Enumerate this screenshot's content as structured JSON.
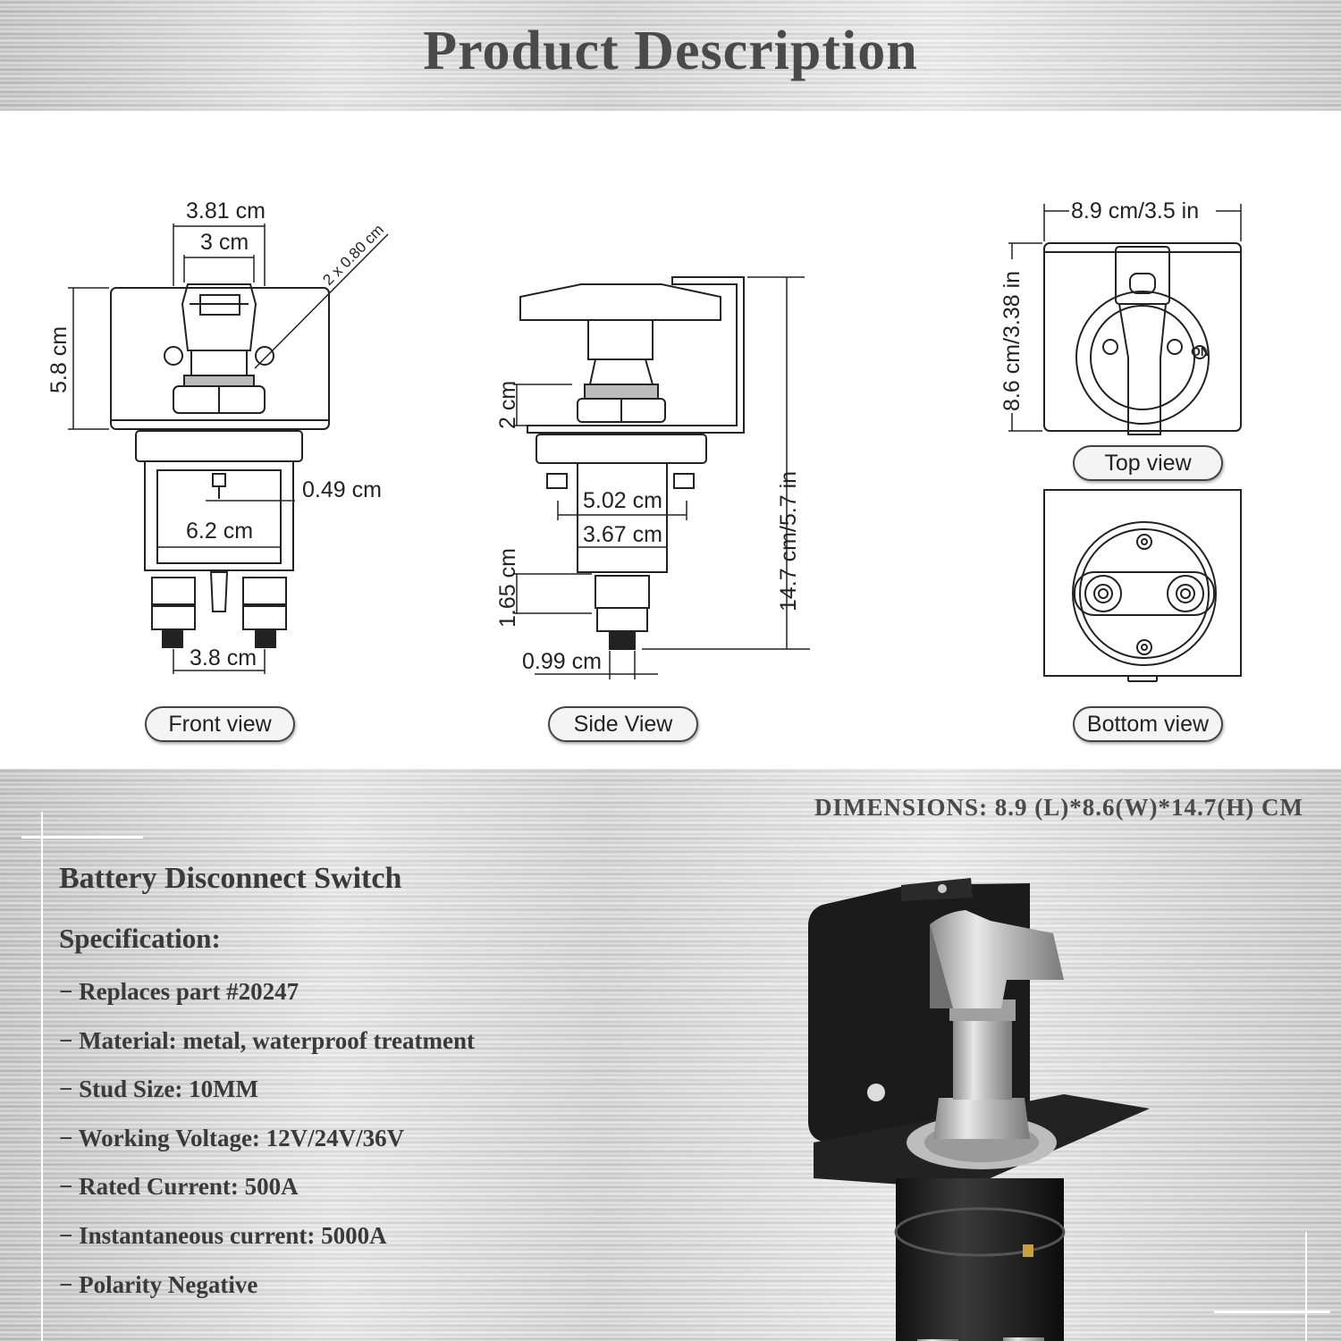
{
  "header": {
    "title": "Product Description"
  },
  "diagram": {
    "front": {
      "label": "Front view",
      "dims": {
        "d381": "3.81 cm",
        "d3": "3 cm",
        "hole": "2 x 0.80 cm",
        "h58": "5.8 cm",
        "d049": "0.49 cm",
        "d62": "6.2 cm",
        "d38": "3.8 cm"
      }
    },
    "side": {
      "label": "Side View",
      "dims": {
        "h2": "2 cm",
        "d502": "5.02 cm",
        "d367": "3.67 cm",
        "h165": "1.65 cm",
        "d099": "0.99 cm",
        "h147": "14.7 cm/5.7 in"
      }
    },
    "top": {
      "label": "Top view",
      "dims": {
        "w": "8.9 cm/3.5 in",
        "h": "8.6 cm/3.38 in",
        "on": "ON"
      }
    },
    "bottom_view": {
      "label": "Bottom view"
    }
  },
  "specs": {
    "dimensions": "DIMENSIONS: 8.9 (L)*8.6(W)*14.7(H) CM",
    "product_title": "Battery Disconnect Switch",
    "heading": "Specification:",
    "items": [
      "− Replaces part #20247",
      "− Material: metal, waterproof treatment",
      "− Stud Size: 10MM",
      "− Working Voltage: 12V/24V/36V",
      "− Rated Current: 500A",
      "− Instantaneous current: 5000A",
      "− Polarity Negative"
    ]
  }
}
